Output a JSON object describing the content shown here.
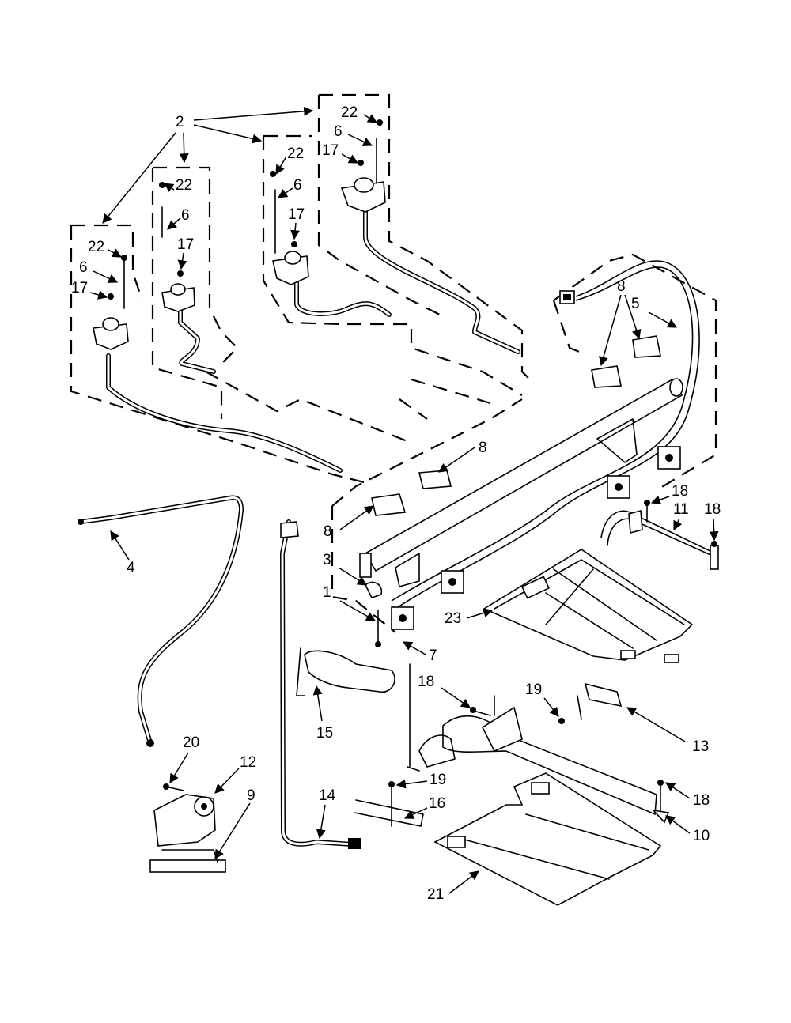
{
  "diagram": {
    "callouts": {
      "c1": "1",
      "c2": "2",
      "c3": "3",
      "c4": "4",
      "c5": "5",
      "c6a": "6",
      "c6b": "6",
      "c6c": "6",
      "c6d": "6",
      "c7": "7",
      "c8a": "8",
      "c8b": "8",
      "c8c": "8",
      "c9": "9",
      "c10": "10",
      "c11": "11",
      "c12": "12",
      "c13": "13",
      "c14": "14",
      "c15": "15",
      "c16": "16",
      "c17a": "17",
      "c17b": "17",
      "c17c": "17",
      "c17d": "17",
      "c18a": "18",
      "c18b": "18",
      "c18c": "18",
      "c18d": "18",
      "c19a": "19",
      "c19b": "19",
      "c20": "20",
      "c21": "21",
      "c22a": "22",
      "c22b": "22",
      "c22c": "22",
      "c22d": "22",
      "c23": "23"
    }
  }
}
